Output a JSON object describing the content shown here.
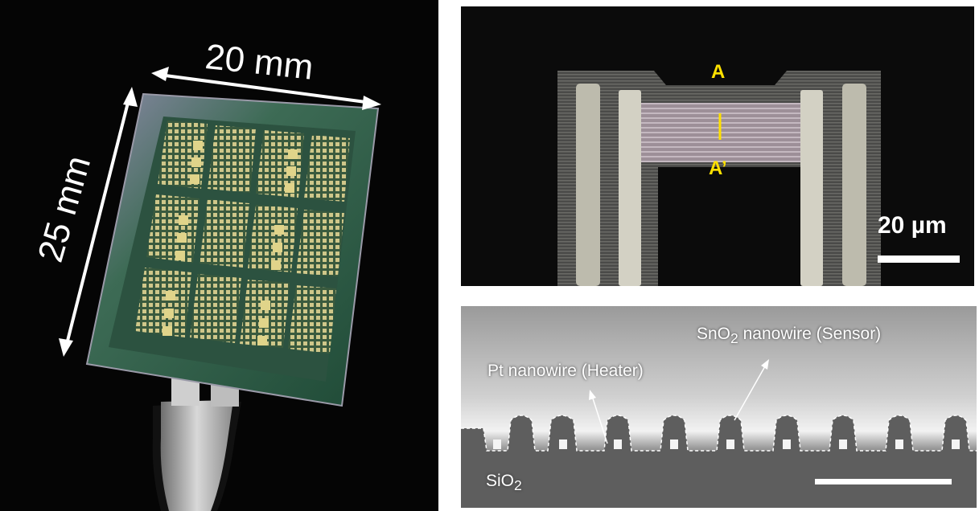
{
  "panel_a": {
    "width_label": "20 mm",
    "height_label": "25 mm"
  },
  "panel_b": {
    "top_label": "A",
    "bottom_label": "A’",
    "scale_label": "20 µm",
    "label_color": "#ffe100"
  },
  "panel_c": {
    "sensor_label_prefix": "SnO",
    "sensor_label_sub": "2",
    "sensor_label_suffix": " nanowire (Sensor)",
    "heater_label": "Pt nanowire (Heater)",
    "substrate_prefix": "SiO",
    "substrate_sub": "2"
  },
  "colors": {
    "chip_green": "#2f5a45",
    "pad_gold": "#d9cf8a",
    "background_dark": "#050505"
  }
}
